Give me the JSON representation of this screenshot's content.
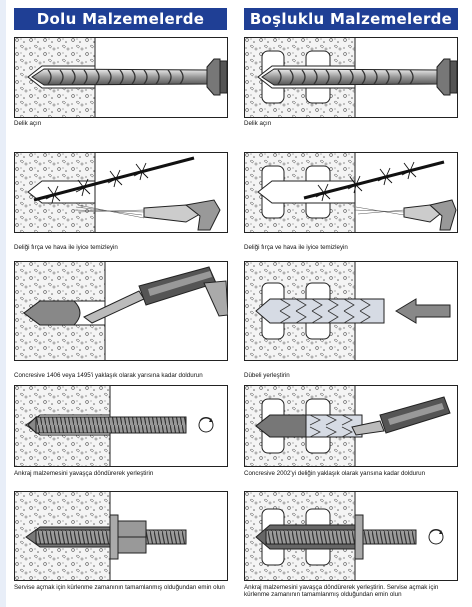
{
  "headers": {
    "left": "Dolu Malzemelerde",
    "right": "Boşluklu Malzemelerde"
  },
  "colors": {
    "header_bg": "#1f3f95",
    "header_text": "#ffffff"
  },
  "left_steps": [
    {
      "caption": "Delik açın"
    },
    {
      "caption": "Deliği fırça ve hava ile iyice temizleyin"
    },
    {
      "caption": "Concresive 1406 veya 1495'i yaklaşık olarak yarısına kadar doldurun"
    },
    {
      "caption": "Ankraj malzemesini yavaşça döndürerek yerleştirin"
    },
    {
      "caption": "Servise açmak için kürlenme zamanının tamamlanmış olduğundan emin olun"
    }
  ],
  "right_steps": [
    {
      "caption": "Delik açın"
    },
    {
      "caption": "Deliği fırça ve hava ile iyice temizleyin"
    },
    {
      "caption": "Dübeli yerleştirin"
    },
    {
      "caption": "Concresive 2002'yi deliğin yaklaşık olarak yarısına kadar doldurun"
    },
    {
      "caption": "Ankraj malzemesini yavaşça döndürerek yerleştirin. Servise açmak için kürlenme zamanının tamamlanmış olduğundan emin olun"
    }
  ]
}
